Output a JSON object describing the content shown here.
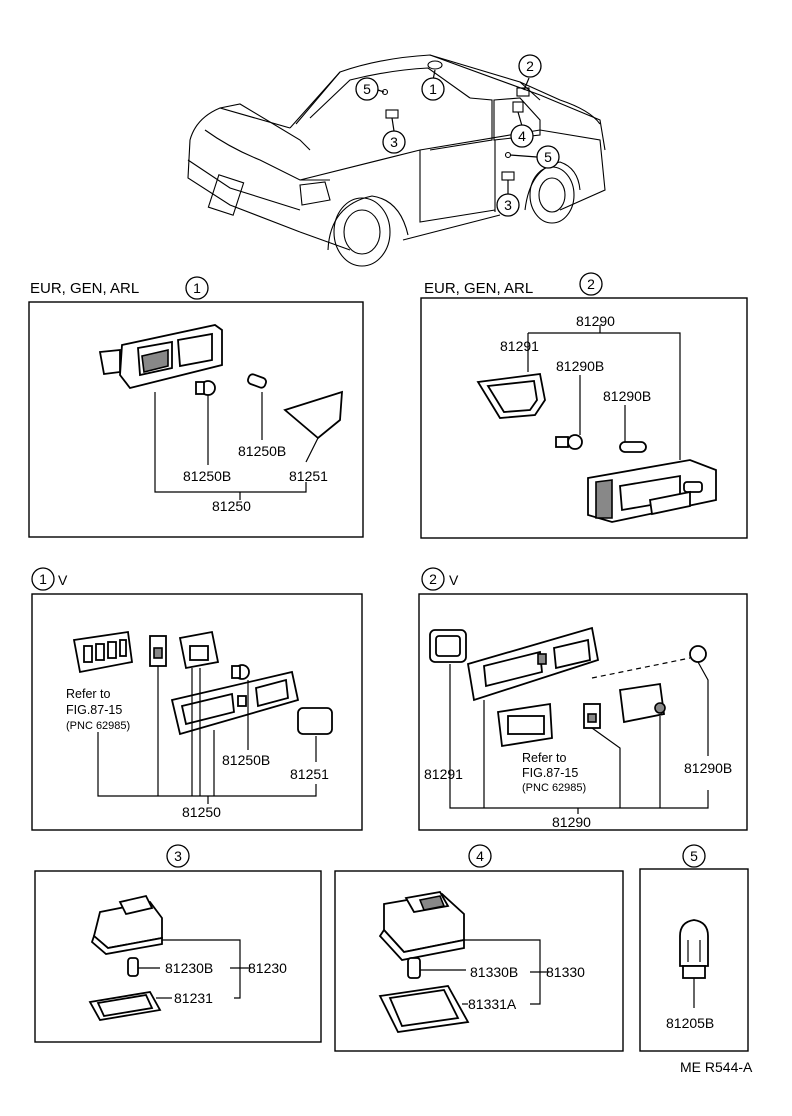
{
  "drawing_code": "ME R544-A",
  "overview": {
    "callouts": [
      "5",
      "1",
      "2",
      "3",
      "4",
      "5",
      "3"
    ]
  },
  "panels": {
    "p1": {
      "region": "EUR, GEN, ARL",
      "key": "1",
      "parts": [
        "81250B",
        "81250B",
        "81251",
        "81250"
      ]
    },
    "p2": {
      "region": "EUR, GEN, ARL",
      "key": "2",
      "parts": [
        "81290",
        "81291",
        "81290B",
        "81290B"
      ]
    },
    "p1v": {
      "key": "1",
      "suffix": "V",
      "refer": [
        "Refer to",
        "FIG.87-15",
        "(PNC 62985)"
      ],
      "parts": [
        "81250B",
        "81251",
        "81250"
      ]
    },
    "p2v": {
      "key": "2",
      "suffix": "V",
      "refer": [
        "Refer to",
        "FIG.87-15",
        "(PNC 62985)"
      ],
      "parts": [
        "81291",
        "81290B",
        "81290"
      ]
    },
    "p3": {
      "key": "3",
      "parts": [
        "81230B",
        "81230",
        "81231"
      ]
    },
    "p4": {
      "key": "4",
      "parts": [
        "81330B",
        "81330",
        "81331A"
      ]
    },
    "p5": {
      "key": "5",
      "parts": [
        "81205B"
      ]
    }
  }
}
